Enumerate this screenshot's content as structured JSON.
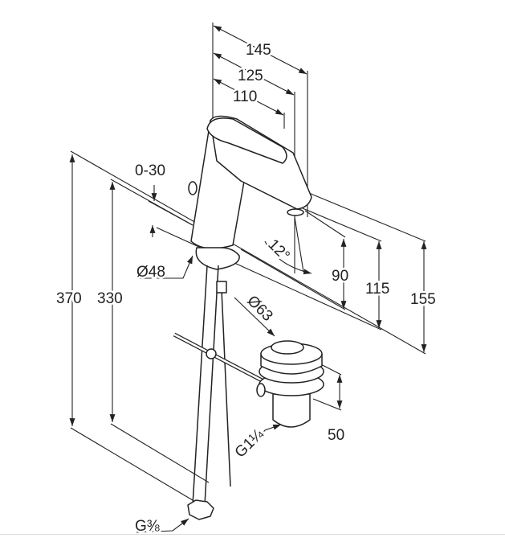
{
  "dimensions": {
    "width_145": "145",
    "width_125": "125",
    "width_110": "110",
    "height_370": "370",
    "height_330": "330",
    "deck_thickness": "0-30",
    "spout_height_90": "90",
    "height_115": "115",
    "height_155": "155",
    "angle": "12°",
    "base_diameter": "Ø48",
    "waste_diameter": "Ø63",
    "waste_height": "50",
    "waste_thread": "G1¼",
    "supply_thread": "G⅜"
  },
  "colors": {
    "line": "#222222",
    "background": "#ffffff"
  }
}
